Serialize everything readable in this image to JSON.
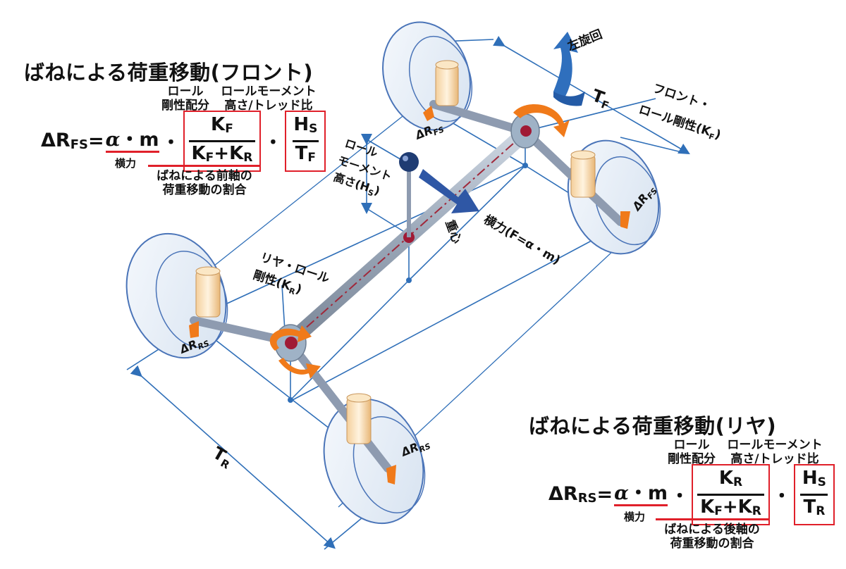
{
  "front": {
    "title": "ばねによる荷重移動(フロント)",
    "roll_label_1": "ロール",
    "roll_label_2": "剛性配分",
    "moment_label_1": "ロールモーメント",
    "moment_label_2": "高さ/トレッド比",
    "lhs_main": "ΔR",
    "lhs_sub": "FS",
    "equals": "=",
    "alpha": "α",
    "dot": "・",
    "m": "m",
    "k_top": "K",
    "k_top_sub": "F",
    "k_bot_a": "K",
    "k_bot_a_sub": "F",
    "k_bot_plus": "+K",
    "k_bot_b_sub": "R",
    "h_top": "H",
    "h_top_sub": "S",
    "h_bot": "T",
    "h_bot_sub": "F",
    "lateral": "横力",
    "caption_1": "ばねによる前軸の",
    "caption_2": "荷重移動の割合"
  },
  "rear": {
    "title": "ばねによる荷重移動(リヤ)",
    "roll_label_1": "ロール",
    "roll_label_2": "剛性配分",
    "moment_label_1": "ロールモーメント",
    "moment_label_2": "高さ/トレッド比",
    "lhs_main": "ΔR",
    "lhs_sub": "RS",
    "equals": "=",
    "alpha": "α",
    "dot": "・",
    "m": "m",
    "k_top": "K",
    "k_top_sub": "R",
    "k_bot_a": "K",
    "k_bot_a_sub": "F",
    "k_bot_plus": "+K",
    "k_bot_b_sub": "R",
    "h_top": "H",
    "h_top_sub": "S",
    "h_bot": "T",
    "h_bot_sub": "R",
    "lateral": "横力",
    "caption_1": "ばねによる後軸の",
    "caption_2": "荷重移動の割合"
  },
  "diagram": {
    "left_turn": "左旋回",
    "tf": "T",
    "tf_sub": "F",
    "tr": "T",
    "tr_sub": "R",
    "front_roll_1": "フロント・",
    "front_roll_2": "ロール剛性(K",
    "front_roll_sub": "F",
    "front_roll_end": ")",
    "rear_roll_1": "リヤ・ロール",
    "rear_roll_2": "剛性(K",
    "rear_roll_sub": "R",
    "rear_roll_end": ")",
    "moment_1": "ロール",
    "moment_2": "モーメント",
    "moment_3": "高さ(H",
    "moment_sub": "S",
    "moment_end": ")",
    "cog": "重心",
    "lateral_force": "横力(F=α・m)",
    "dr_fs_top": "ΔR",
    "dr_fs_top_sub": "FS",
    "dr_fs_right": "ΔR",
    "dr_fs_right_sub": "FS",
    "dr_rs_left": "ΔR",
    "dr_rs_left_sub": "RS",
    "dr_rs_bottom": "ΔR",
    "dr_rs_bottom_sub": "RS"
  },
  "colors": {
    "accent_red": "#e0202a",
    "blue_line": "#2f6fb8",
    "arrow_blue": "#2f57a5",
    "orange": "#f07a1a",
    "frame_grey": "#8e9bb0"
  }
}
